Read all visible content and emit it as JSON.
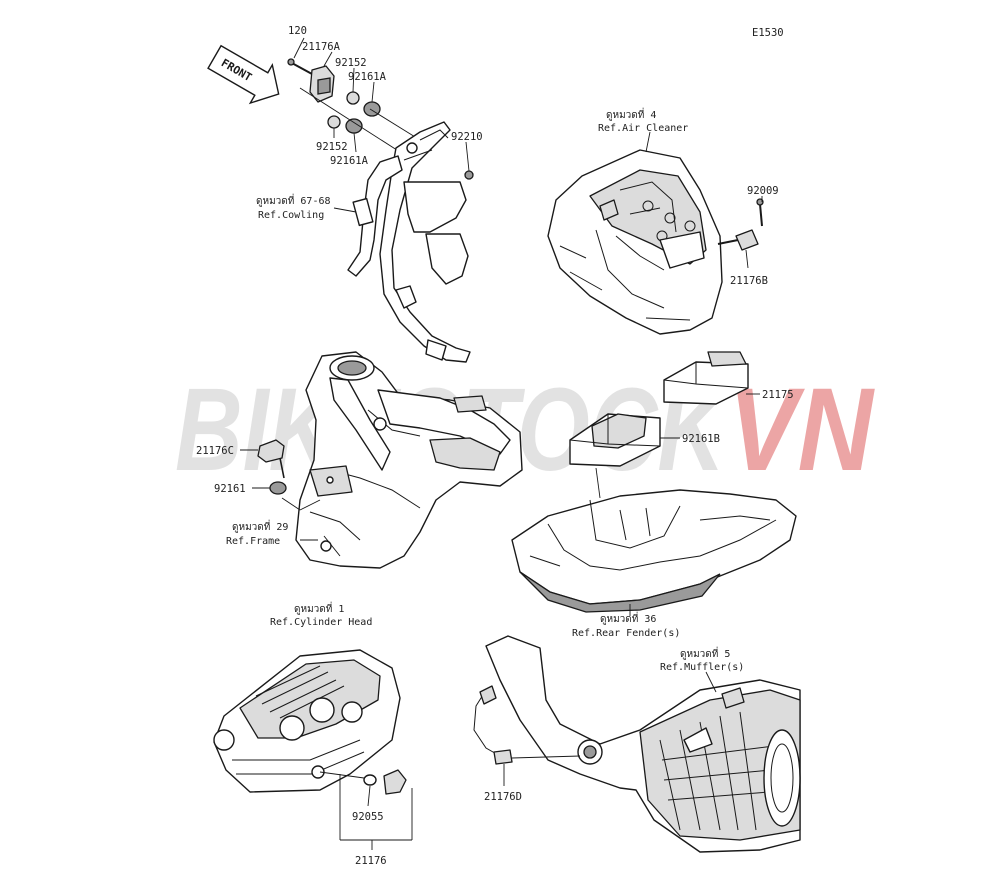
{
  "diagram_code": "E1530",
  "front_label": "FRONT",
  "watermark": {
    "part1": "BIKESTOCK",
    "part2": "VN",
    "color1": "#d8d8d8",
    "color2": "#e06a6a"
  },
  "part_numbers": {
    "p120": "120",
    "p21176A": "21176A",
    "p92152a": "92152",
    "p92161Aa": "92161A",
    "p92152b": "92152",
    "p92161Ab": "92161A",
    "p92210": "92210",
    "p92009": "92009",
    "p21176B": "21176B",
    "p21175": "21175",
    "p92161B": "92161B",
    "p21176C": "21176C",
    "p92161": "92161",
    "p92055": "92055",
    "p21176": "21176",
    "p21176D": "21176D"
  },
  "references": {
    "cowling": {
      "group": "ดูหมวดที่ 67-68",
      "ref": "Ref.Cowling"
    },
    "air_cleaner": {
      "group": "ดูหมวดที่ 4",
      "ref": "Ref.Air Cleaner"
    },
    "frame": {
      "group": "ดูหมวดที่ 29",
      "ref": "Ref.Frame"
    },
    "rear_fender": {
      "group": "ดูหมวดที่ 36",
      "ref": "Ref.Rear Fender(s)"
    },
    "cylinder_head": {
      "group": "ดูหมวดที่ 1",
      "ref": "Ref.Cylinder Head"
    },
    "muffler": {
      "group": "ดูหมวดที่ 5",
      "ref": "Ref.Muffler(s)"
    }
  }
}
